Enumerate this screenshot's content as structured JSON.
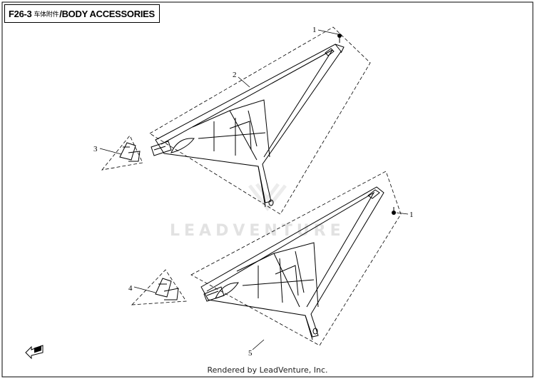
{
  "header": {
    "code": "F26-3",
    "cn_title": "车体附件",
    "separator": "/",
    "en_title": "BODY ACCESSORIES"
  },
  "callouts": [
    "1",
    "2",
    "3",
    "1",
    "4",
    "5"
  ],
  "watermark": "LEADVENTURE",
  "footer": "Rendered by LeadVenture, Inc.",
  "colors": {
    "line": "#000000",
    "watermark": "#e2e2e2"
  }
}
